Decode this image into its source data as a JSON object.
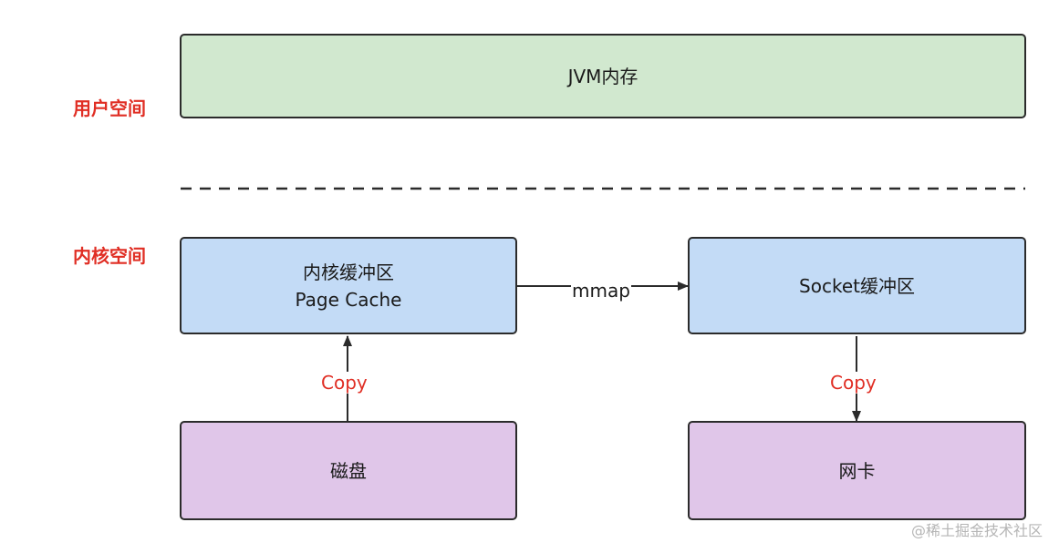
{
  "labels": {
    "user_space": "用户空间",
    "kernel_space": "内核空间"
  },
  "boxes": {
    "jvm_memory": "JVM内存",
    "kernel_buffer_line1": "内核缓冲区",
    "kernel_buffer_line2": "Page Cache",
    "socket_buffer": "Socket缓冲区",
    "disk": "磁盘",
    "nic": "网卡"
  },
  "edges": {
    "mmap": "mmap",
    "copy_disk_to_kernel": "Copy",
    "copy_socket_to_nic": "Copy"
  },
  "watermark": "@稀土掘金技术社区",
  "colors": {
    "user_box": "#d1e8cf",
    "kernel_box": "#c3dbf6",
    "device_box": "#e0c6e9",
    "label_red": "#e02e24",
    "stroke": "#2b2b2b"
  }
}
